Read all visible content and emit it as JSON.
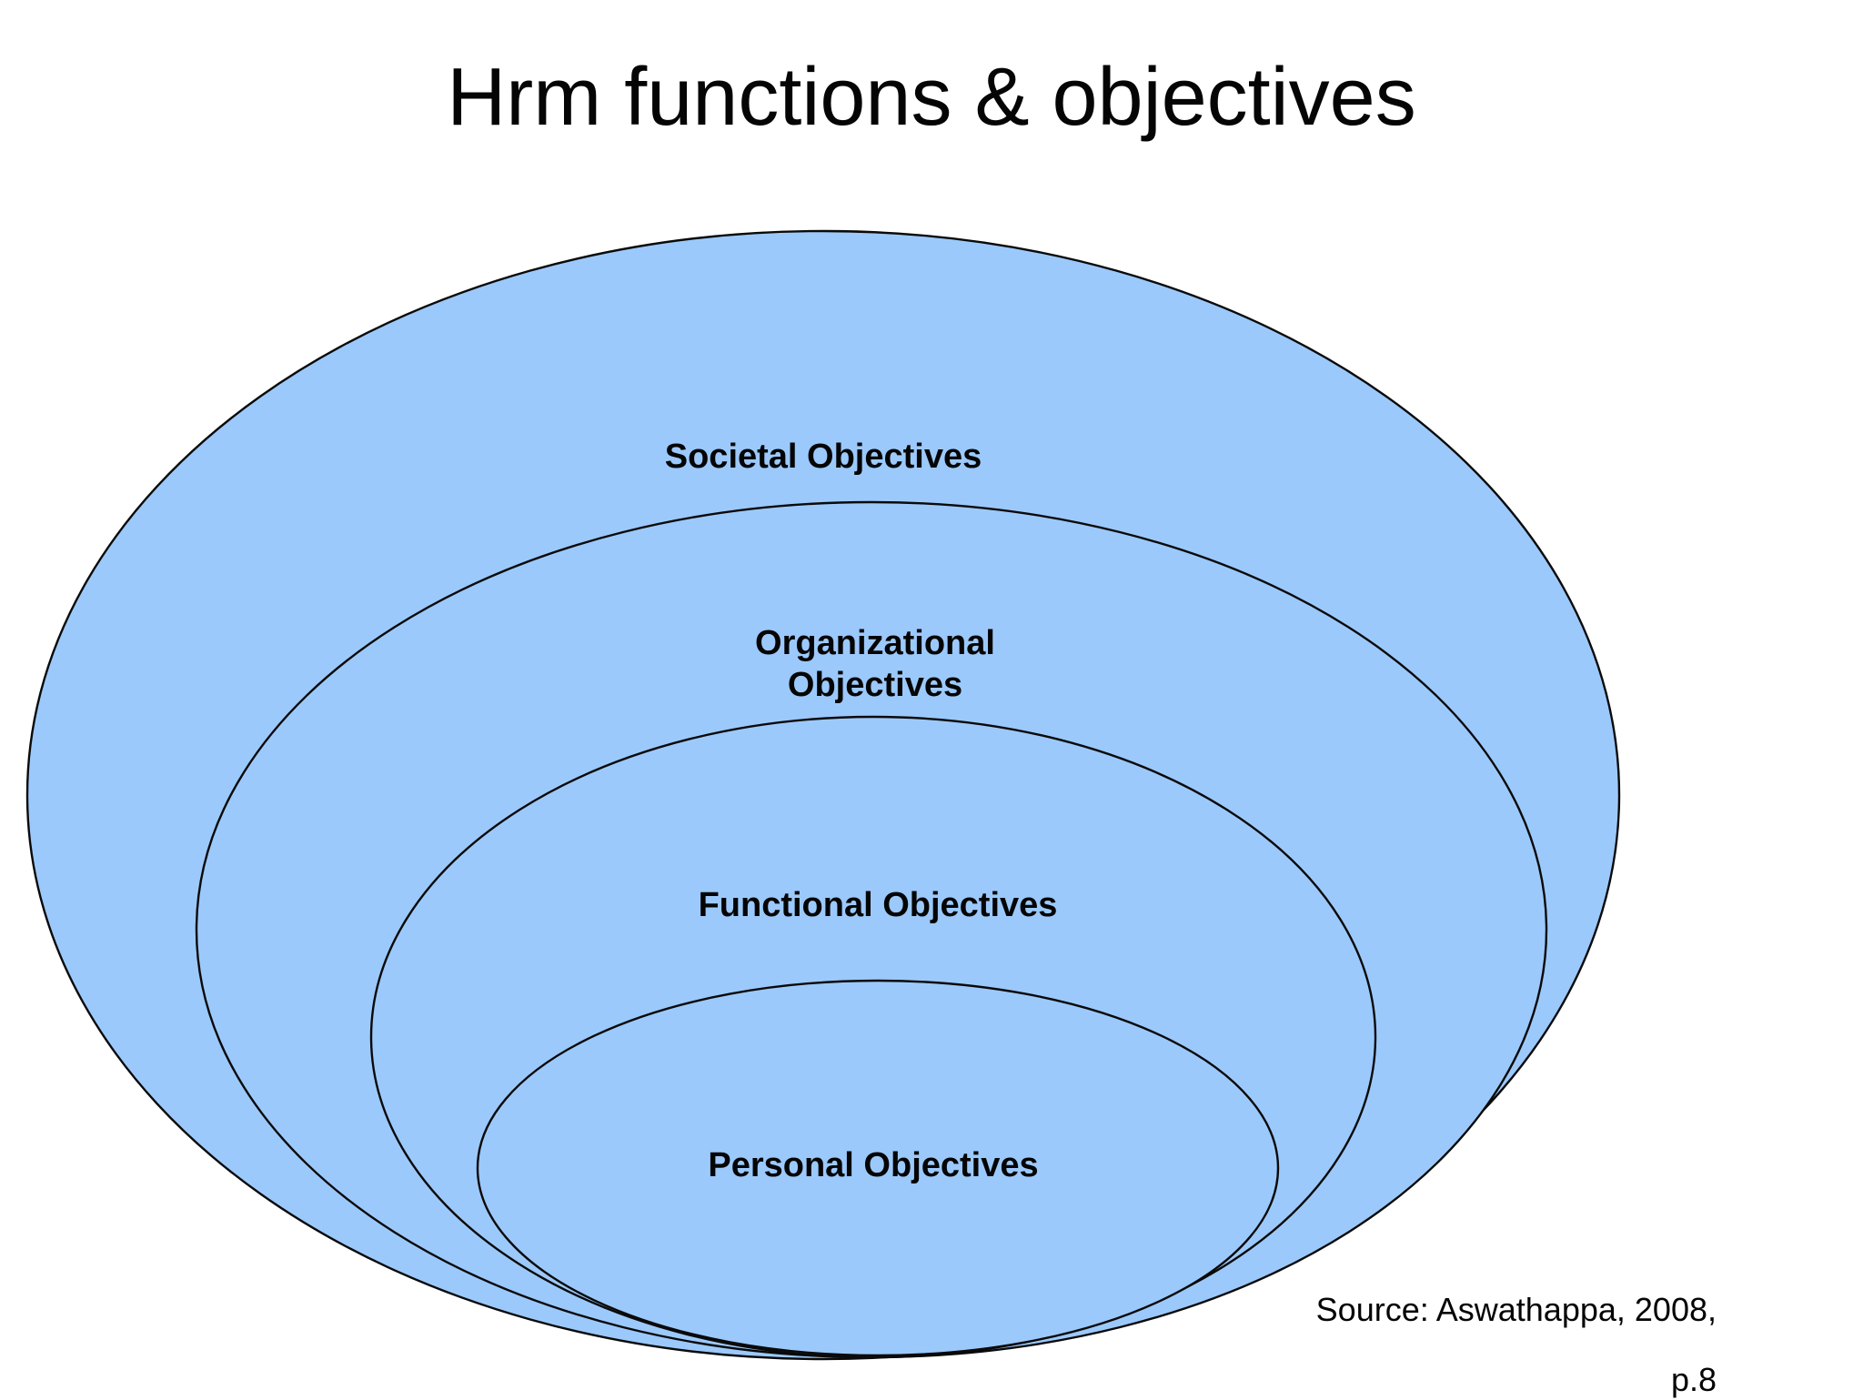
{
  "title": {
    "text": "Hrm functions & objectives"
  },
  "diagram": {
    "type": "nested-ellipse-diagram",
    "description": "Four concentric objective levels sharing a common bottom tangent",
    "levels": [
      {
        "id": "societal",
        "label": "Societal Objectives"
      },
      {
        "id": "organizational",
        "label": "Organizational\nObjectives"
      },
      {
        "id": "functional",
        "label": "Functional Objectives"
      },
      {
        "id": "personal",
        "label": "Personal Objectives"
      }
    ]
  },
  "source": {
    "line1": "Source: Aswathappa, 2008,",
    "line2": "p.8"
  },
  "colors": {
    "background": "#ffffff",
    "ellipse_fill": "#9cc9fb",
    "ellipse_stroke": "#0a0a0a",
    "text": "#050505"
  }
}
